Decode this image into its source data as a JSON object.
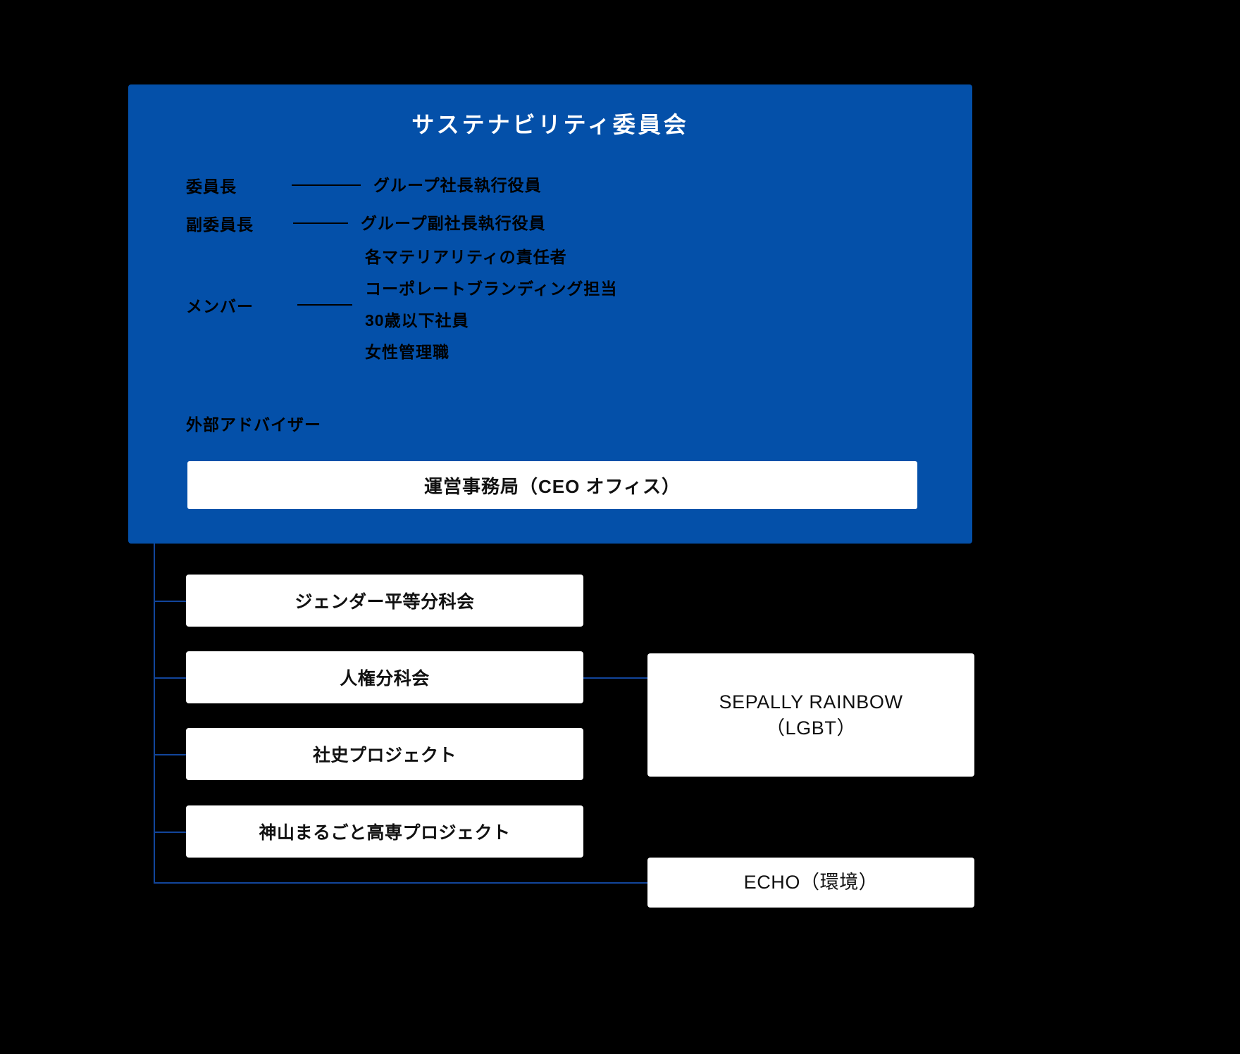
{
  "committee": {
    "title": "サステナビリティ委員会",
    "roles": [
      {
        "label": "委員長",
        "dash": "———",
        "values": [
          "グループ社長執行役員"
        ]
      },
      {
        "label": "副委員長",
        "dash": "———",
        "values": [
          "グループ副社長執行役員"
        ]
      },
      {
        "label": "メンバー",
        "dash": "———",
        "values": [
          "各マテリアリティの責任者",
          "コーポレートブランディング担当",
          "30歳以下社員",
          "女性管理職"
        ]
      }
    ],
    "advisor": "外部アドバイザー",
    "secretariat": "運営事務局（CEO オフィス）"
  },
  "subcommittees": [
    {
      "label": "ジェンダー平等分科会"
    },
    {
      "label": "人権分科会"
    },
    {
      "label": "社史プロジェクト"
    },
    {
      "label": "神山まるごと高専プロジェクト"
    }
  ],
  "right_groups": [
    {
      "label": "SEPALLY RAINBOW\n（LGBT）"
    },
    {
      "label": "ECHO（環境）"
    }
  ],
  "colors": {
    "panel_blue": "#0450A9",
    "line_blue": "#12459B",
    "box_white": "#ffffff",
    "background": "#000000"
  }
}
